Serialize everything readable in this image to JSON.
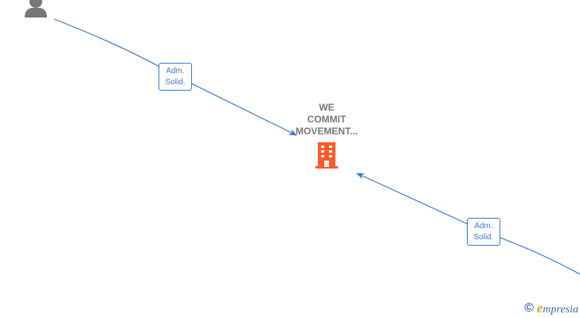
{
  "diagram": {
    "company": {
      "name_lines": [
        "WE",
        "COMMIT",
        "MOVEMENT..."
      ],
      "icon": "building-icon",
      "icon_color": "#ff5a2a"
    },
    "person_top": {
      "icon": "person-icon",
      "icon_color": "#777777"
    },
    "edges": [
      {
        "from": "person_top",
        "to": "company",
        "label_lines": [
          "Adm.",
          "Solid."
        ],
        "color": "#3a78d0"
      },
      {
        "from": "person_bottom_right",
        "to": "company",
        "label_lines": [
          "Adm.",
          "Solid."
        ],
        "color": "#3a78d0"
      }
    ]
  },
  "watermark": {
    "symbol": "©",
    "brand_initial": "e",
    "brand_rest": "mpresia",
    "brand_color": "#3a6fa8",
    "initial_color": "#f0a020"
  }
}
